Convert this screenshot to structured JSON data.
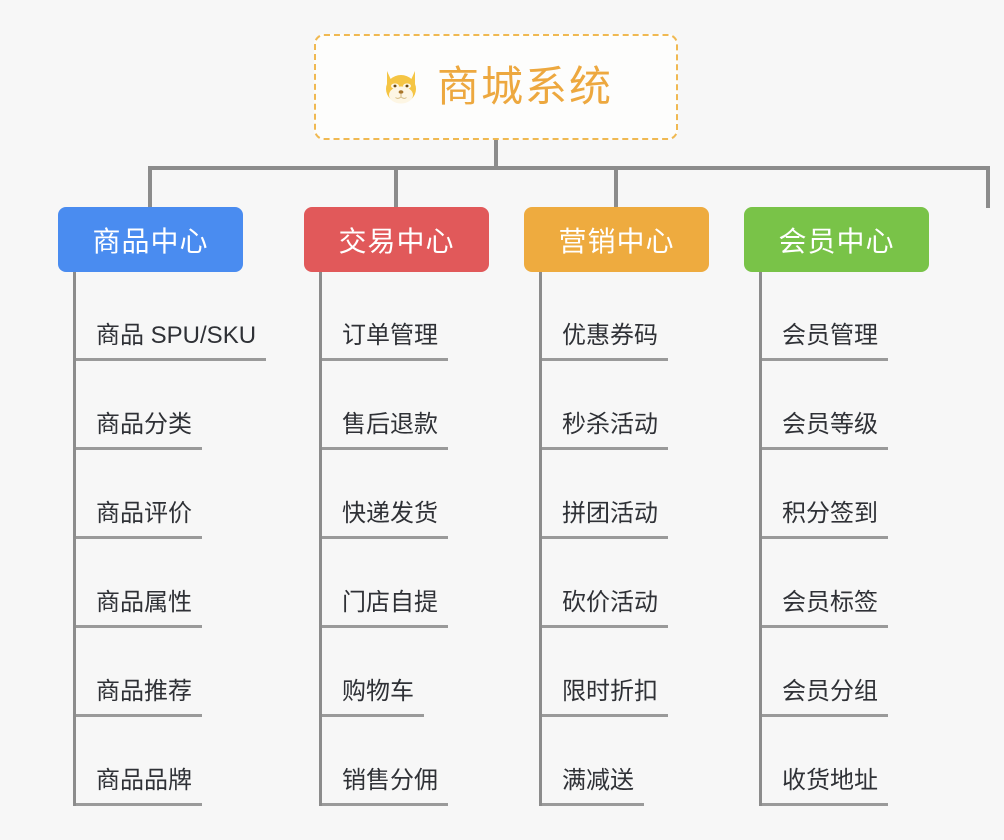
{
  "background_color": "#f7f7f7",
  "root": {
    "icon": "shiba-dog-emoji",
    "title": "商城系统",
    "title_color": "#eda83f",
    "border_color": "#f0b952",
    "border_style": "dashed"
  },
  "connector_color": "#8c8c8c",
  "branches": [
    {
      "title": "商品中心",
      "color": "#4a8cf0",
      "items": [
        "商品 SPU/SKU",
        "商品分类",
        "商品评价",
        "商品属性",
        "商品推荐",
        "商品品牌"
      ]
    },
    {
      "title": "交易中心",
      "color": "#e1595a",
      "items": [
        "订单管理",
        "售后退款",
        "快递发货",
        "门店自提",
        "购物车",
        "销售分佣"
      ]
    },
    {
      "title": "营销中心",
      "color": "#eeab3f",
      "items": [
        "优惠券码",
        "秒杀活动",
        "拼团活动",
        "砍价活动",
        "限时折扣",
        "满减送"
      ]
    },
    {
      "title": "会员中心",
      "color": "#79c348",
      "items": [
        "会员管理",
        "会员等级",
        "积分签到",
        "会员标签",
        "会员分组",
        "收货地址"
      ]
    }
  ]
}
